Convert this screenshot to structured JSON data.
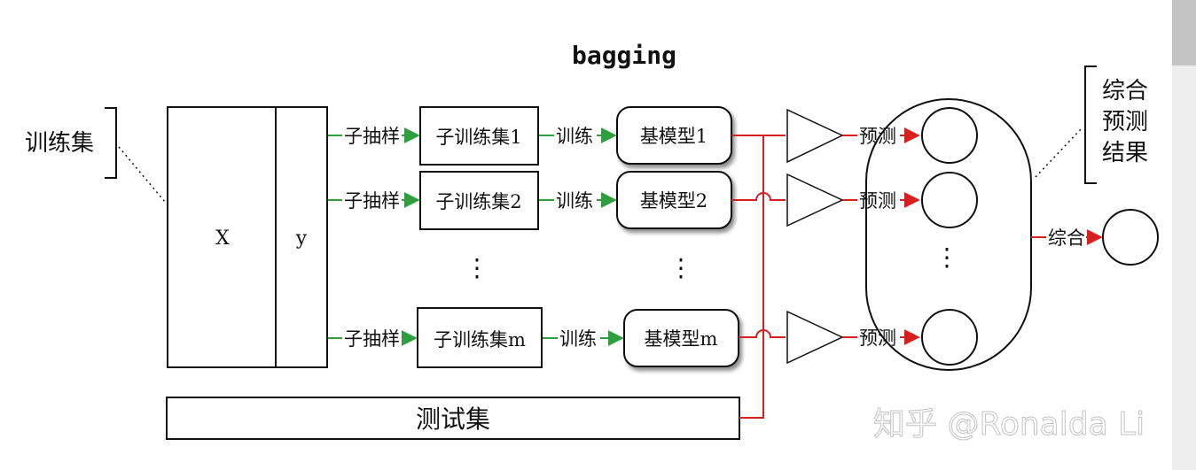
{
  "title": "bagging",
  "training_set_label": "训练集",
  "matrix": {
    "x_label": "X",
    "y_label": "y"
  },
  "branches": [
    {
      "sample_label": "子抽样",
      "subset_label": "子训练集1",
      "train_label": "训练",
      "model_label": "基模型1",
      "predict_label": "预测"
    },
    {
      "sample_label": "子抽样",
      "subset_label": "子训练集2",
      "train_label": "训练",
      "model_label": "基模型2",
      "predict_label": "预测"
    },
    {
      "sample_label": "子抽样",
      "subset_label": "子训练集m",
      "train_label": "训练",
      "model_label": "基模型m",
      "predict_label": "预测"
    }
  ],
  "ellipsis": "⋮",
  "test_set_label": "测试集",
  "combine_label": "综合",
  "combined_result_label": [
    "综合",
    "预测",
    "结果"
  ],
  "watermark": "知乎 @Ronalda Li",
  "colors": {
    "green_arrow": "#2e9e3e",
    "red_line": "#d62020",
    "ink": "#111111"
  }
}
